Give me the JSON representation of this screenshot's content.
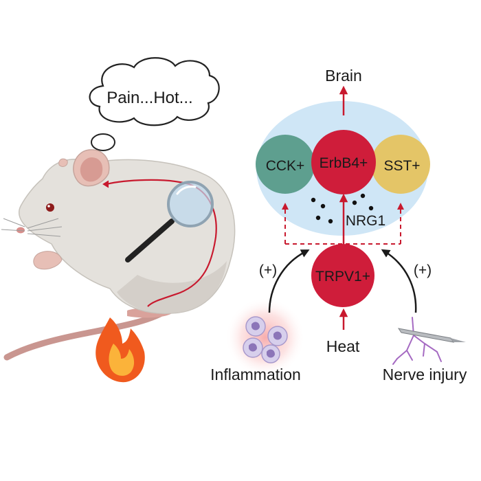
{
  "thought": {
    "text": "Pain...Hot..."
  },
  "nodes": {
    "cck": {
      "label": "CCK+",
      "color": "#5e9f8f"
    },
    "erbb4": {
      "label": "ErbB4+",
      "color": "#cf1d3a"
    },
    "sst": {
      "label": "SST+",
      "color": "#e4c567"
    },
    "trpv1": {
      "label": "TRPV1+",
      "color": "#cf1d3a"
    }
  },
  "labels": {
    "brain": "Brain",
    "nrg1": "NRG1",
    "heat": "Heat",
    "inflammation": "Inflammation",
    "nerve_injury": "Nerve injury",
    "plus_left": "(+)",
    "plus_right": "(+)"
  },
  "colors": {
    "arrow_red": "#c8192e",
    "spinal_oval": "#cfe6f6",
    "mouse_body": "#e4e1dc",
    "tail": "#c99690",
    "flame_outer": "#f05a1e",
    "flame_inner": "#fbb33a"
  }
}
